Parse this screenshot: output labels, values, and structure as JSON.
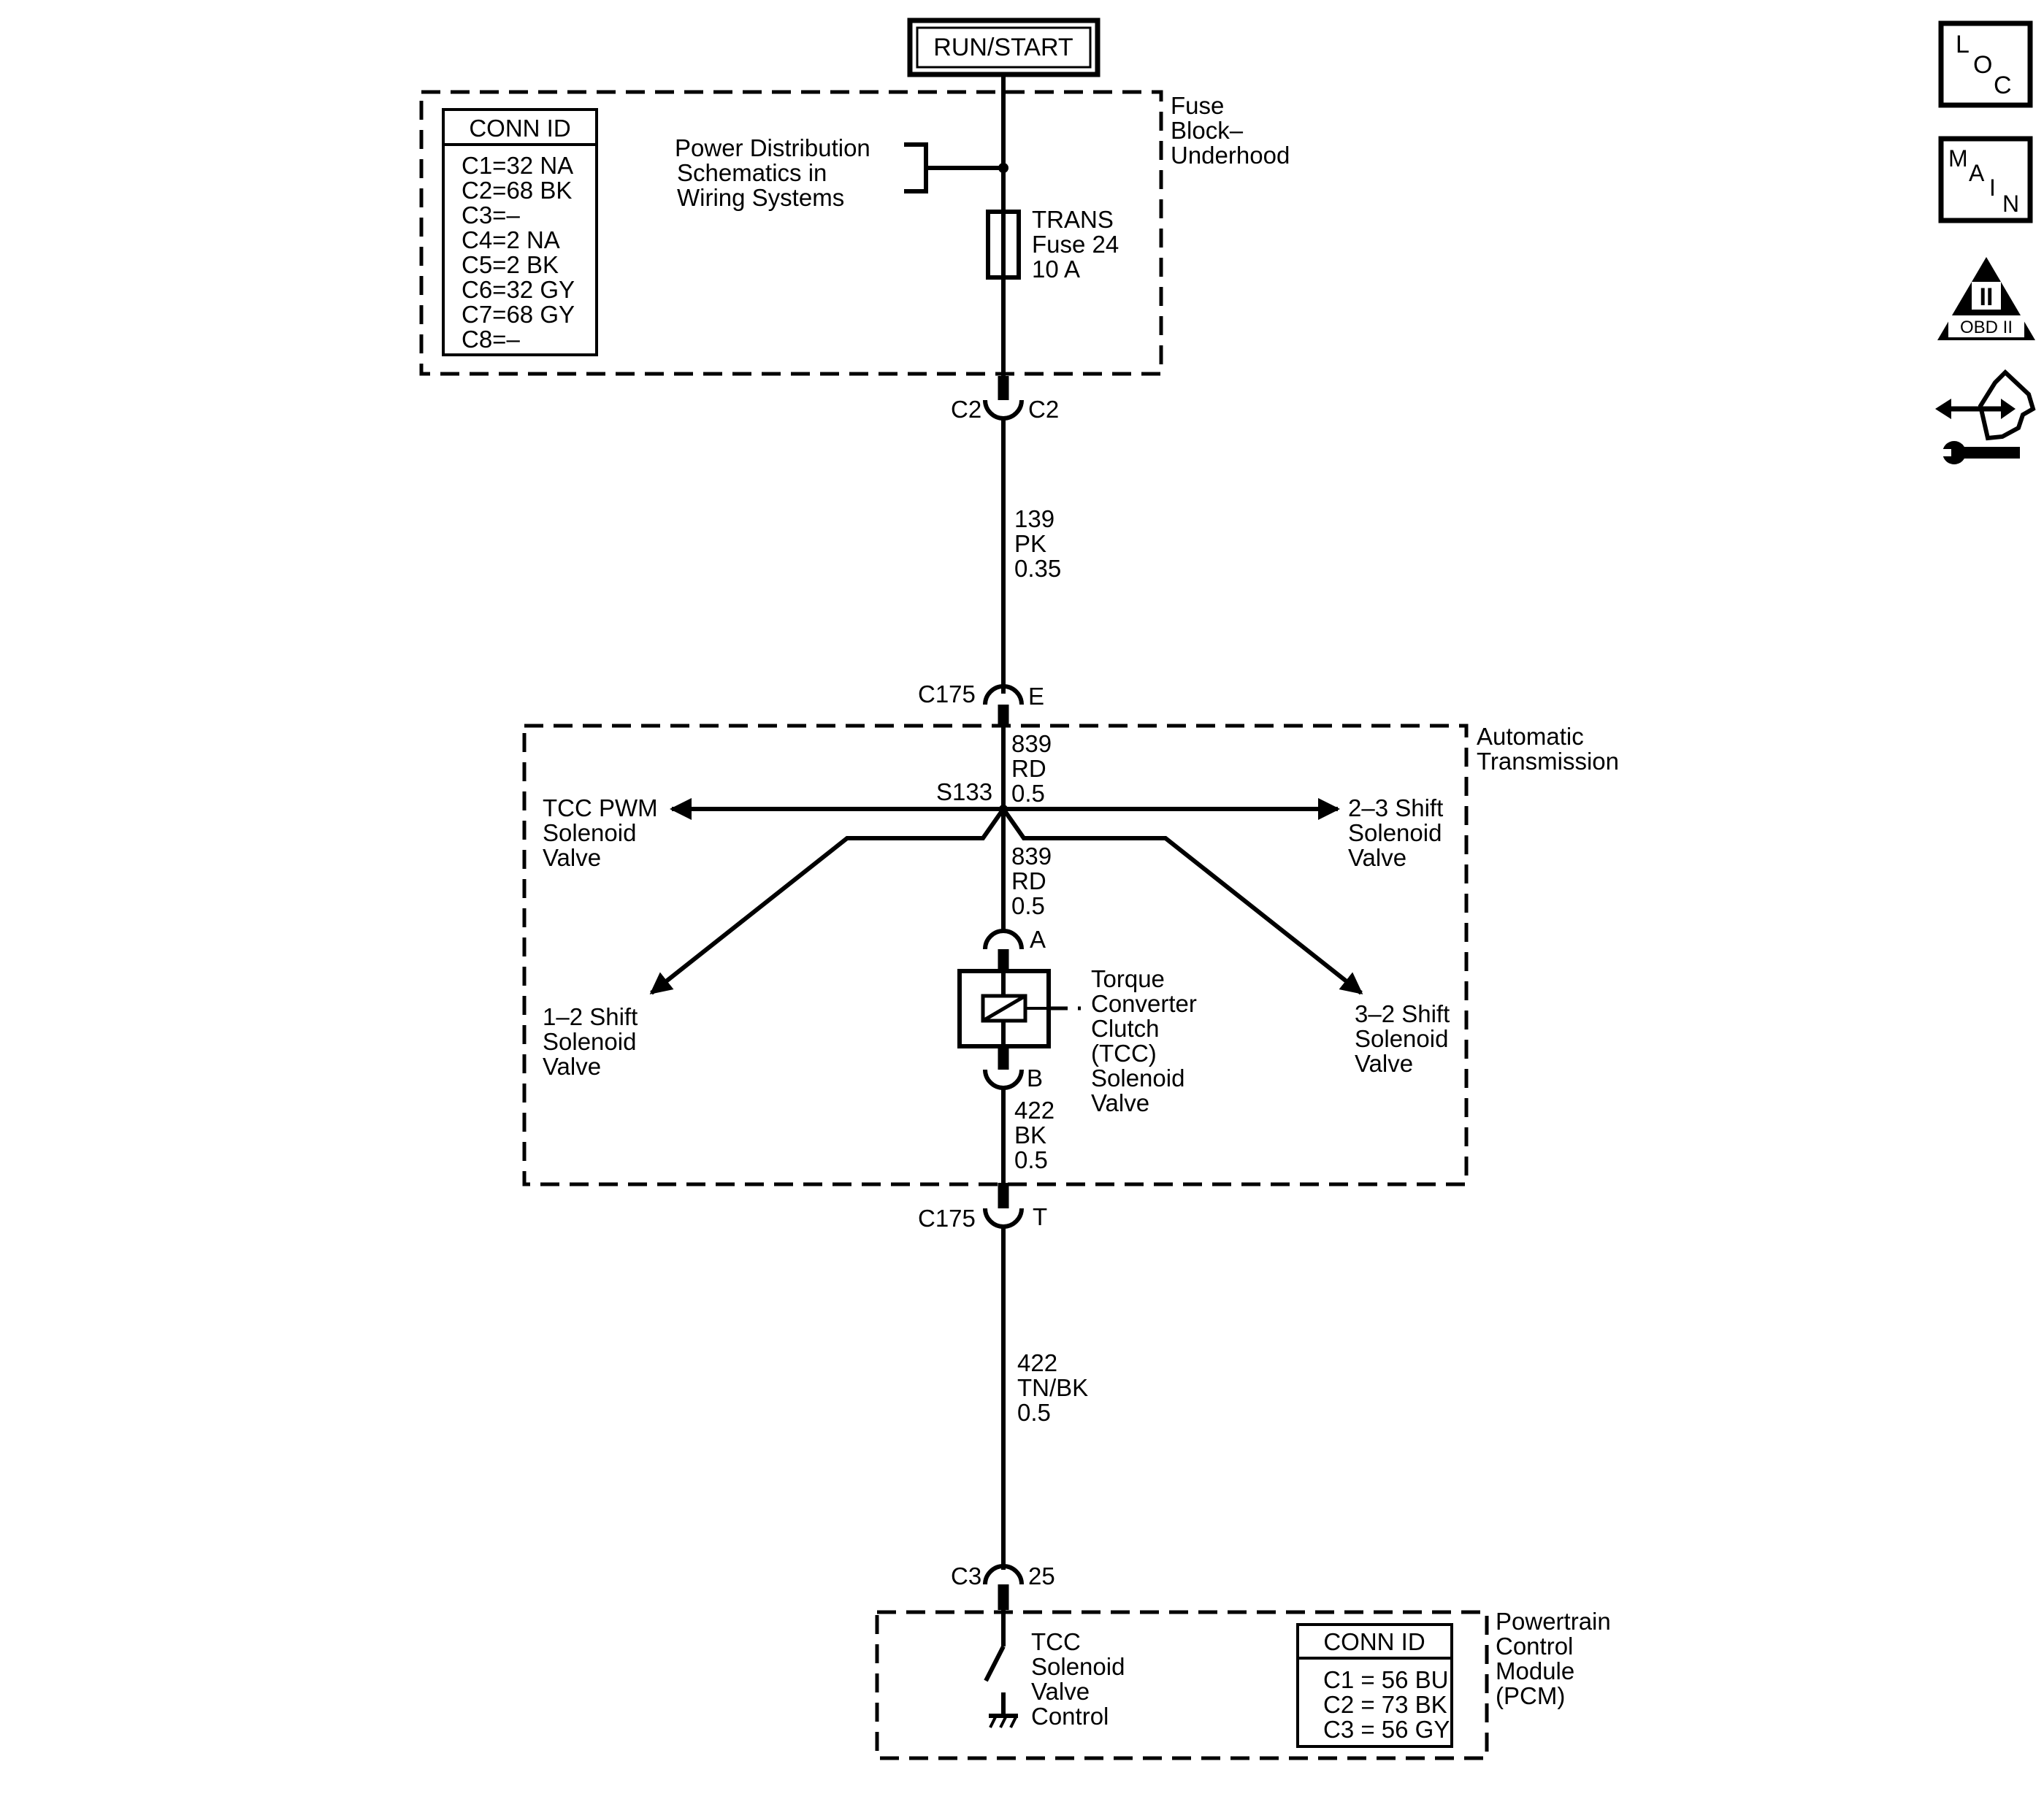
{
  "power_source": {
    "label": "RUN/START"
  },
  "fuse_block": {
    "name_lines": [
      "Fuse",
      "Block–",
      "Underhood"
    ],
    "conn_id": {
      "title": "CONN ID",
      "rows": [
        "C1=32 NA",
        "C2=68 BK",
        "C3=–",
        "C4=2 NA",
        "C5=2 BK",
        "C6=32 GY",
        "C7=68 GY",
        "C8=–"
      ]
    },
    "power_dist_ref": [
      "Power Distribution",
      "Schematics in",
      "Wiring Systems"
    ],
    "fuse": [
      "TRANS",
      "Fuse 24",
      "10 A"
    ],
    "connector": {
      "left": "C2",
      "right": "C2"
    }
  },
  "wires": {
    "w139": [
      "139",
      "PK",
      "0.35"
    ],
    "w839_upper": [
      "839",
      "RD",
      "0.5"
    ],
    "w839_lower": [
      "839",
      "RD",
      "0.5"
    ],
    "w422_bk": [
      "422",
      "BK",
      "0.5"
    ],
    "w422_tnbk": [
      "422",
      "TN/BK",
      "0.5"
    ]
  },
  "connectors": {
    "c175_top": {
      "name": "C175",
      "pin": "E"
    },
    "tcc_a": {
      "pin": "A"
    },
    "tcc_b": {
      "pin": "B"
    },
    "c175_bottom": {
      "name": "C175",
      "pin": "T"
    },
    "pcm_c3": {
      "name": "C3",
      "pin": "25"
    }
  },
  "transmission": {
    "name_lines": [
      "Automatic",
      "Transmission"
    ],
    "splice": "S133",
    "tcc_pwm": [
      "TCC PWM",
      "Solenoid",
      "Valve"
    ],
    "shift_23": [
      "2–3 Shift",
      "Solenoid",
      "Valve"
    ],
    "shift_12": [
      "1–2 Shift",
      "Solenoid",
      "Valve"
    ],
    "shift_32": [
      "3–2 Shift",
      "Solenoid",
      "Valve"
    ],
    "tcc_valve": [
      "Torque",
      "Converter",
      "Clutch",
      "(TCC)",
      "Solenoid",
      "Valve"
    ]
  },
  "pcm": {
    "name_lines": [
      "Powertrain",
      "Control",
      "Module",
      "(PCM)"
    ],
    "control": [
      "TCC",
      "Solenoid",
      "Valve",
      "Control"
    ],
    "conn_id": {
      "title": "CONN ID",
      "rows": [
        "C1 = 56 BU",
        "C2 = 73 BK",
        "C3 = 56 GY"
      ]
    }
  },
  "side_icons": {
    "loc": {
      "letters": [
        "L",
        "O",
        "C"
      ]
    },
    "main": {
      "letters": [
        "M",
        "A",
        "I",
        "N"
      ]
    },
    "obd": {
      "roman": "II",
      "label": "OBD II"
    },
    "diag_icon": "hand-wrench-arrows-icon"
  }
}
